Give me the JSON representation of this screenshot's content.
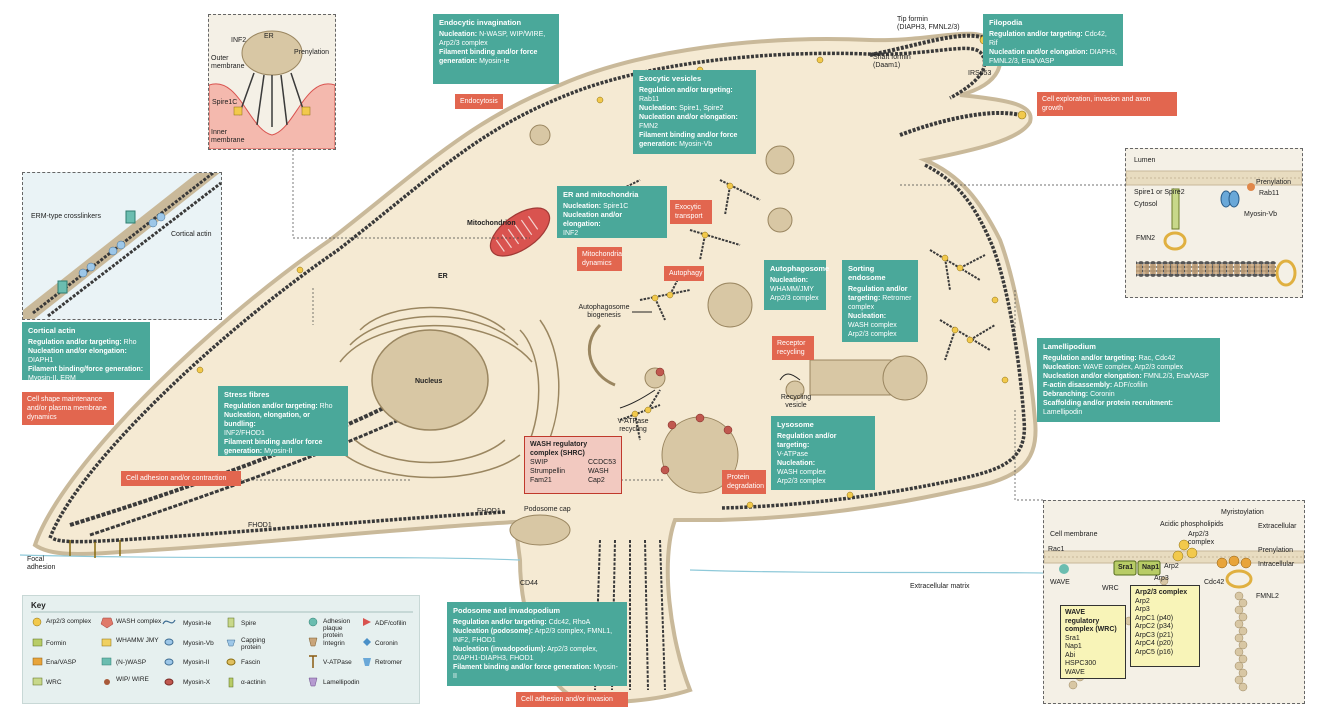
{
  "endocytic": {
    "title": "Endocytic invagination",
    "l1_bold": "Nucleation:",
    "l1": " N-WASP, WIP/WIRE,",
    "l2": "Arp2/3 complex",
    "l3_bold": "Filament binding and/or force",
    "l4_bold": "generation:",
    "l4": " Myosin-Ie",
    "process": "Endocytosis"
  },
  "exocytic": {
    "title": "Exocytic vesicles",
    "l1_bold": "Regulation and/or targeting:",
    "l1": " Rab11",
    "l2_bold": "Nucleation:",
    "l2": " Spire1, Spire2",
    "l3_bold": "Nucleation and/or elongation:",
    "l4": "FMN2",
    "l5_bold": "Filament binding and/or force",
    "l6_bold": "generation:",
    "l6": " Myosin-Vb",
    "process": "Exocytic transport"
  },
  "er_mito": {
    "title": "ER and mitochondria",
    "l1_bold": "Nucleation:",
    "l1": " Spire1C",
    "l2_bold": "Nucleation and/or elongation:",
    "l3": "INF2",
    "process": "Mitochondria dynamics",
    "mito_label": "Mitochondrion",
    "er_label": "ER"
  },
  "filopodia": {
    "title": "Filopodia",
    "l1_bold": "Regulation and/or targeting:",
    "l1": " Cdc42, Rif",
    "l2_bold": "Nucleation and/or elongation:",
    "l2": " DIAPH3,",
    "l3": "FMNL2/3, Ena/VASP",
    "process": "Cell exploration, invasion and axon growth",
    "tip_formin": "Tip formin\n(DIAPH3, FMNL2/3)",
    "shaft_formin": "Shaft formin\n(Daam1)",
    "irspd3": "IRSp53"
  },
  "cortical": {
    "title": "Cortical actin",
    "l1_bold": "Regulation and/or targeting:",
    "l1": " Rho",
    "l2_bold": "Nucleation and/or elongation:",
    "l2": " DIAPH1",
    "l3_bold": "Filament binding/force generation:",
    "l4": "Myosin-II, ERM",
    "process": "Cell shape maintenance and/or plasma membrane dynamics",
    "erm_label": "ERM-type crosslinkers",
    "cortical_label": "Cortical actin"
  },
  "stress": {
    "title": "Stress fibres",
    "l1_bold": "Regulation and/or targeting:",
    "l1": " Rho",
    "l2_bold": "Nucleation, elongation, or bundling:",
    "l3": "INF2/FHOD1",
    "l4_bold": "Filament binding and/or force",
    "l5_bold": "generation:",
    "l5": " Myosin-II",
    "process": "Cell adhesion and/or contraction"
  },
  "autophagosome": {
    "title": "Autophagosome",
    "l1_bold": "Nucleation:",
    "l2": "WHAMM/JMY",
    "l3": "Arp2/3 complex",
    "process": "Autophagy",
    "biogenesis": "Autophagosome biogenesis"
  },
  "sorting": {
    "title": "Sorting endosome",
    "l1_bold": "Regulation and/or",
    "l2_bold": "targeting:",
    "l2": " Retromer",
    "l3": "complex",
    "l4_bold": "Nucleation:",
    "l5": "WASH complex",
    "l6": "Arp2/3 complex",
    "process": "Receptor recycling",
    "vesicle": "Recycling vesicle"
  },
  "lamellipodium": {
    "title": "Lamellipodium",
    "l1_bold": "Regulation and/or targeting:",
    "l1": " Rac, Cdc42",
    "l2_bold": "Nucleation:",
    "l2": " WAVE complex, Arp2/3 complex",
    "l3_bold": "Nucleation and/or elongation:",
    "l3": " FMNL2/3, Ena/VASP",
    "l4_bold": "F-actin disassembly:",
    "l4": " ADF/cofilin",
    "l5_bold": "Debranching:",
    "l5": " Coronin",
    "l6_bold": "Scaffolding and/or protein recruitment:",
    "l6": " Lamellipodin"
  },
  "lysosome": {
    "title": "Lysosome",
    "l1_bold": "Regulation and/or targeting:",
    "l2": "V-ATPase",
    "l3_bold": "Nucleation:",
    "l4": "WASH complex",
    "l5": "Arp2/3 complex",
    "process": "Protein degradation",
    "vatpase": "V-ATPase recycling"
  },
  "wash": {
    "title": "WASH regulatory complex (SHRC)",
    "c1": [
      "SWIP",
      "Strumpellin",
      "Fam21"
    ],
    "c2": [
      "CCDC53",
      "WASH",
      "Cap2"
    ]
  },
  "podosome": {
    "title": "Podosome and invadopodium",
    "l1_bold": "Regulation and/or targeting:",
    "l1": " Cdc42, RhoA",
    "l2_bold": "Nucleation (podosome):",
    "l2": " Arp2/3 complex, FMNL1,",
    "l3": "INF2, FHOD1",
    "l4_bold": "Nucleation (invadopodium):",
    "l4": " Arp2/3 complex,",
    "l5": "DIAPH1-DIAPH3, FHOD1",
    "l6_bold": "Filament binding and/or force generation:",
    "l6": " Myosin-II",
    "process": "Cell adhesion and/or invasion",
    "cap": "Podosome cap",
    "fhod1": "FHOD1",
    "cd44": "CD44"
  },
  "misc_labels": {
    "nucleus": "Nucleus",
    "er": "ER",
    "fhod1_sf": "FHOD1",
    "focal": "Focal adhesion",
    "ecm": "Extracellular matrix"
  },
  "inset_er": {
    "er": "ER",
    "inf2": "INF2",
    "outer": "Outer membrane",
    "prenylation": "Prenylation",
    "spire1c": "Spire1C",
    "inner": "Inner membrane"
  },
  "inset_lumen": {
    "lumen": "Lumen",
    "prenylation": "Prenylation",
    "spire": "Spire1 or Spire2",
    "rab11": "Rab11",
    "cytosol": "Cytosol",
    "myosin": "Myosin-Vb",
    "fmn2": "FMN2"
  },
  "inset_wrc": {
    "myristoylation": "Myristoylation",
    "acidic": "Acidic phospholipids",
    "extracellular": "Extracellular",
    "cell_membrane": "Cell membrane",
    "arp23": "Arp2/3\ncomplex",
    "prenylation": "Prenylation",
    "intracellular": "Intracellular",
    "rac1": "Rac1",
    "sra1": "Sra1",
    "nap1": "Nap1",
    "arp2": "Arp2",
    "wave": "WAVE",
    "wrc": "WRC",
    "arp3": "Arp3",
    "cdc42": "Cdc42",
    "fmnl2": "FMNL2",
    "wrc_title": "WAVE regulatory complex (WRC)",
    "wrc_items": [
      "Sra1",
      "Nap1",
      "Abi",
      "HSPC300",
      "WAVE"
    ],
    "arp_title": "Arp2/3 complex",
    "arp_items": [
      "Arp2",
      "Arp3",
      "ArpC1 (p40)",
      "ArpC2 (p34)",
      "ArpC3 (p21)",
      "ArpC4 (p20)",
      "ArpC5 (p16)"
    ]
  },
  "key": {
    "title": "Key",
    "items": [
      [
        "Arp2/3 complex",
        "WASH complex",
        "Myosin-Ie",
        "Spire",
        "Adhesion plaque protein",
        "ADF/cofilin"
      ],
      [
        "Formin",
        "WHAMM/ JMY",
        "Myosin-Vb",
        "Capping protein",
        "Integrin",
        "Coronin"
      ],
      [
        "Ena/VASP",
        "(N-)WASP",
        "Myosin-II",
        "Fascin",
        "V-ATPase",
        "Retromer"
      ],
      [
        "WRC",
        "WIP/ WIRE",
        "Myosin-X",
        "α-actinin",
        "Lamellipodin"
      ]
    ]
  },
  "colors": {
    "teal": "#4aa89a",
    "orange": "#e2664f",
    "cytoplasm": "#f5ead3",
    "membrane": "#c9b99a",
    "actin": "#3a3a3a",
    "arp": "#f2c94c",
    "blue": "#9dc7e8"
  }
}
